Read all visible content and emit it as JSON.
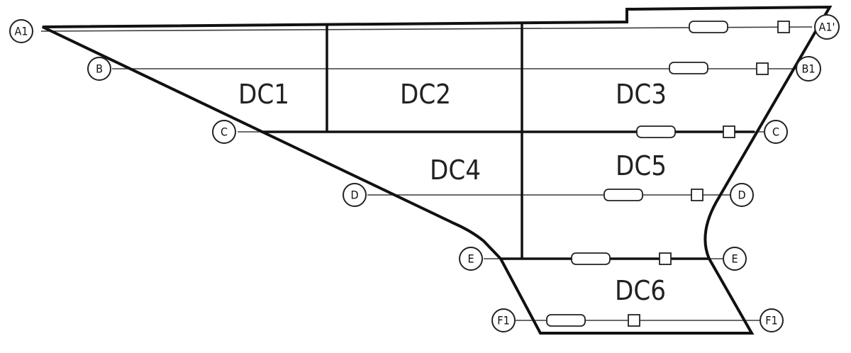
{
  "zones": {
    "dc1": "DC1",
    "dc2": "DC2",
    "dc3": "DC3",
    "dc4": "DC4",
    "dc5": "DC5",
    "dc6": "DC6"
  },
  "axes": {
    "a1_left": "A1",
    "a1_right": "A1'",
    "b_left": "B",
    "b1_right": "B1",
    "c_left": "C",
    "c_right": "C",
    "d_left": "D",
    "d_right": "D",
    "e_left": "E",
    "e_right": "E",
    "f1_left": "F1",
    "f1_right": "F1"
  },
  "colors": {
    "outline": "#111111",
    "line": "#3a3a3a",
    "background": "#ffffff"
  }
}
